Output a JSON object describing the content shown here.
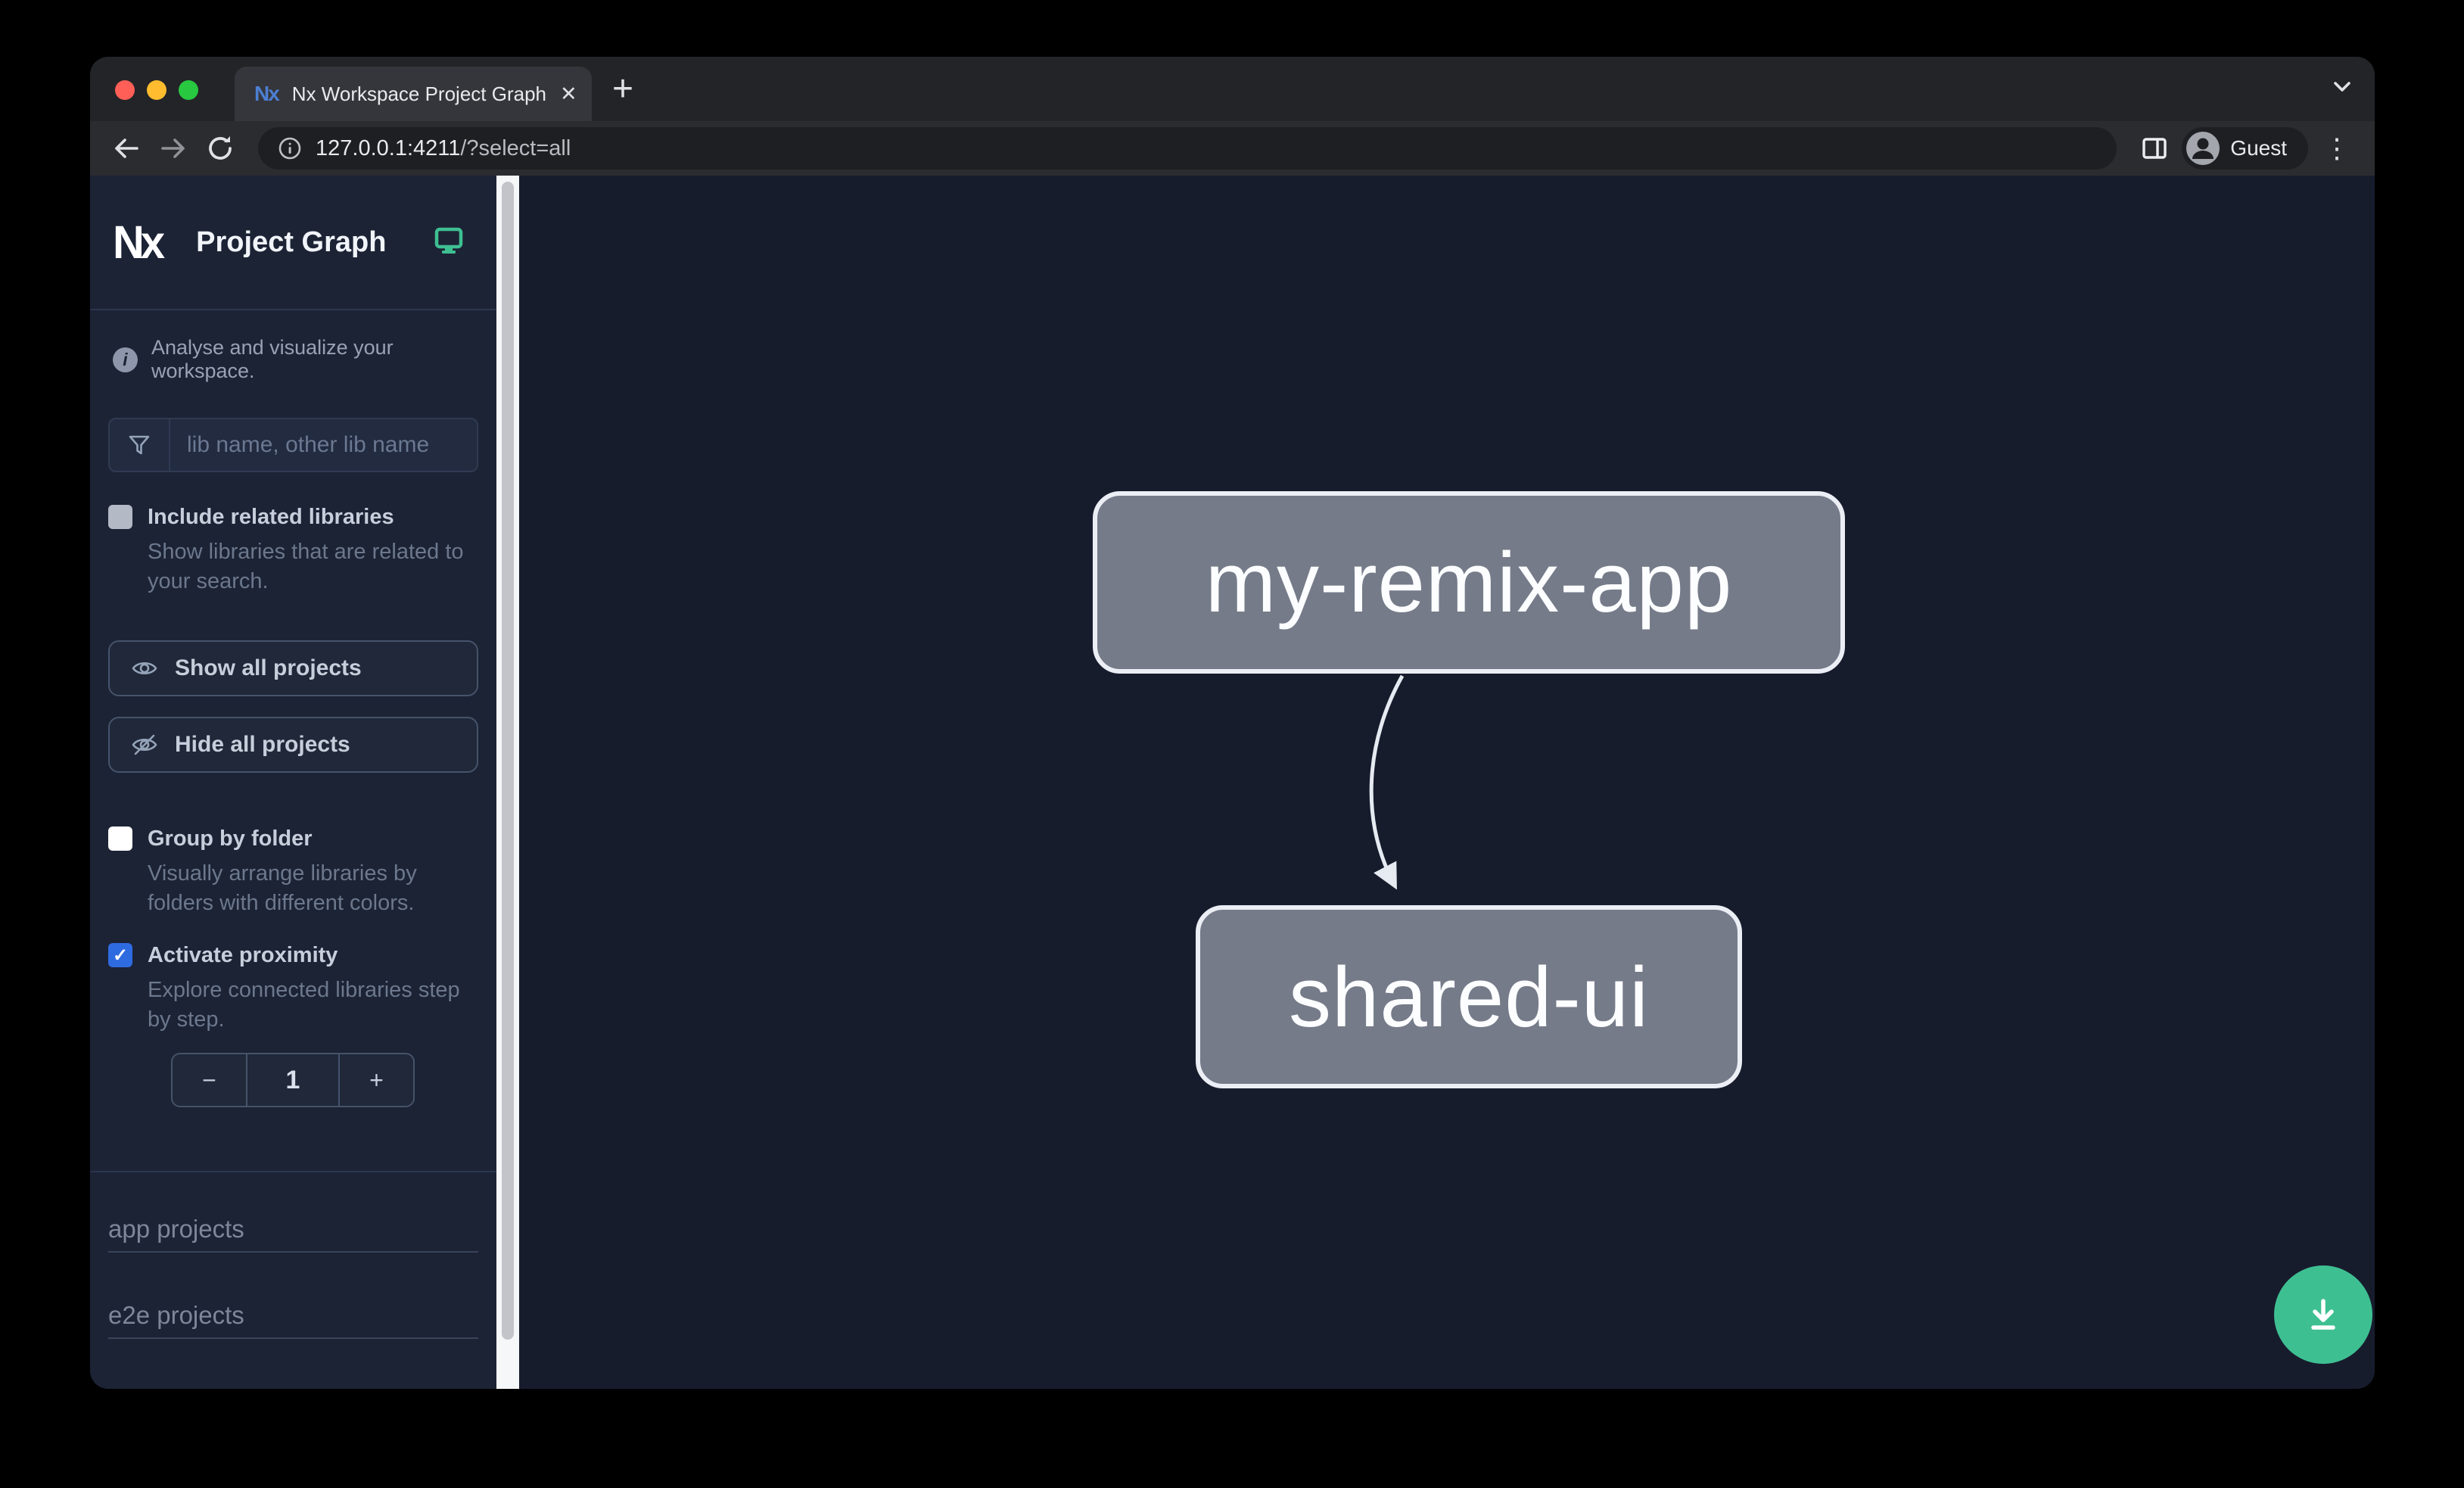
{
  "chrome": {
    "tab_title": "Nx Workspace Project Graph",
    "favicon_text": "Nx",
    "tab_close_glyph": "✕",
    "new_tab_glyph": "+",
    "menu_dots_glyph": "⋮",
    "url_host": "127.0.0.1:4211",
    "url_path": "/?select=all",
    "profile_label": "Guest"
  },
  "sidebar": {
    "logo_text": "Nx",
    "title": "Project Graph",
    "info_glyph": "i",
    "subtitle": "Analyse and visualize your workspace.",
    "filter_placeholder": "lib name, other lib name",
    "checkboxes": [
      {
        "label": "Include related libraries",
        "description": "Show libraries that are related to your search.",
        "checked": false
      },
      {
        "label": "Group by folder",
        "description": "Visually arrange libraries by folders with different colors.",
        "checked": false
      },
      {
        "label": "Activate proximity",
        "description": "Explore connected libraries step by step.",
        "checked": true
      }
    ],
    "check_glyph": "✓",
    "buttons": [
      {
        "label": "Show all projects"
      },
      {
        "label": "Hide all projects"
      }
    ],
    "stepper": {
      "decrement": "−",
      "value": "1",
      "increment": "+"
    },
    "sections": [
      {
        "label": "app projects"
      },
      {
        "label": "e2e projects"
      }
    ]
  },
  "graph": {
    "nodes": [
      {
        "id": "my-remix-app"
      },
      {
        "id": "shared-ui"
      }
    ],
    "edges": [
      {
        "source": "my-remix-app",
        "target": "shared-ui"
      }
    ]
  },
  "colors": {
    "accent_green": "#3ebf92",
    "checkbox_blue": "#2f6be0",
    "node_fill": "#757b89",
    "node_border": "#eceef5",
    "sidebar_bg": "#1c2335",
    "canvas_bg": "#171c2d"
  }
}
